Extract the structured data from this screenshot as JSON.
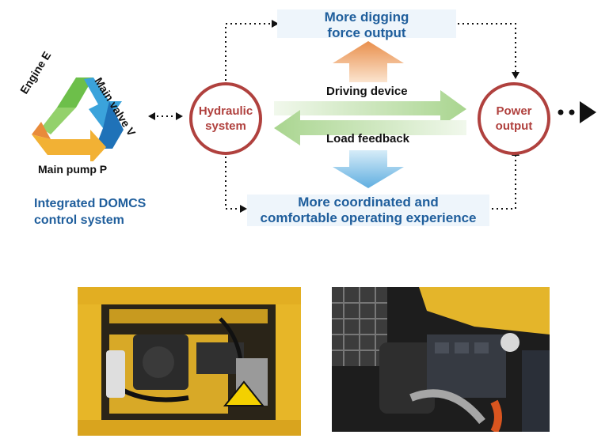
{
  "diagram": {
    "top_box_line1": "More digging",
    "top_box_line2": "force output",
    "bottom_box_line1": "More coordinated and",
    "bottom_box_line2": "comfortable operating experience",
    "hydraulic_line1": "Hydraulic",
    "hydraulic_line2": "system",
    "power_line1": "Power",
    "power_line2": "output",
    "driving_device": "Driving device",
    "load_feedback": "Load feedback",
    "engine_label": "Engine E",
    "valve_label": "Main valve V",
    "pump_label": "Main pump P",
    "domcs_line1": "Integrated DOMCS",
    "domcs_line2": "control system"
  },
  "photos": {
    "left": "excavator-hydraulic-compartment",
    "right": "excavator-engine-compartment"
  },
  "colors": {
    "accent_blue": "#1f5e9c",
    "circle_red": "#b0413e",
    "box_bg": "#eef5fb",
    "machine_yellow": "#e7b628"
  }
}
